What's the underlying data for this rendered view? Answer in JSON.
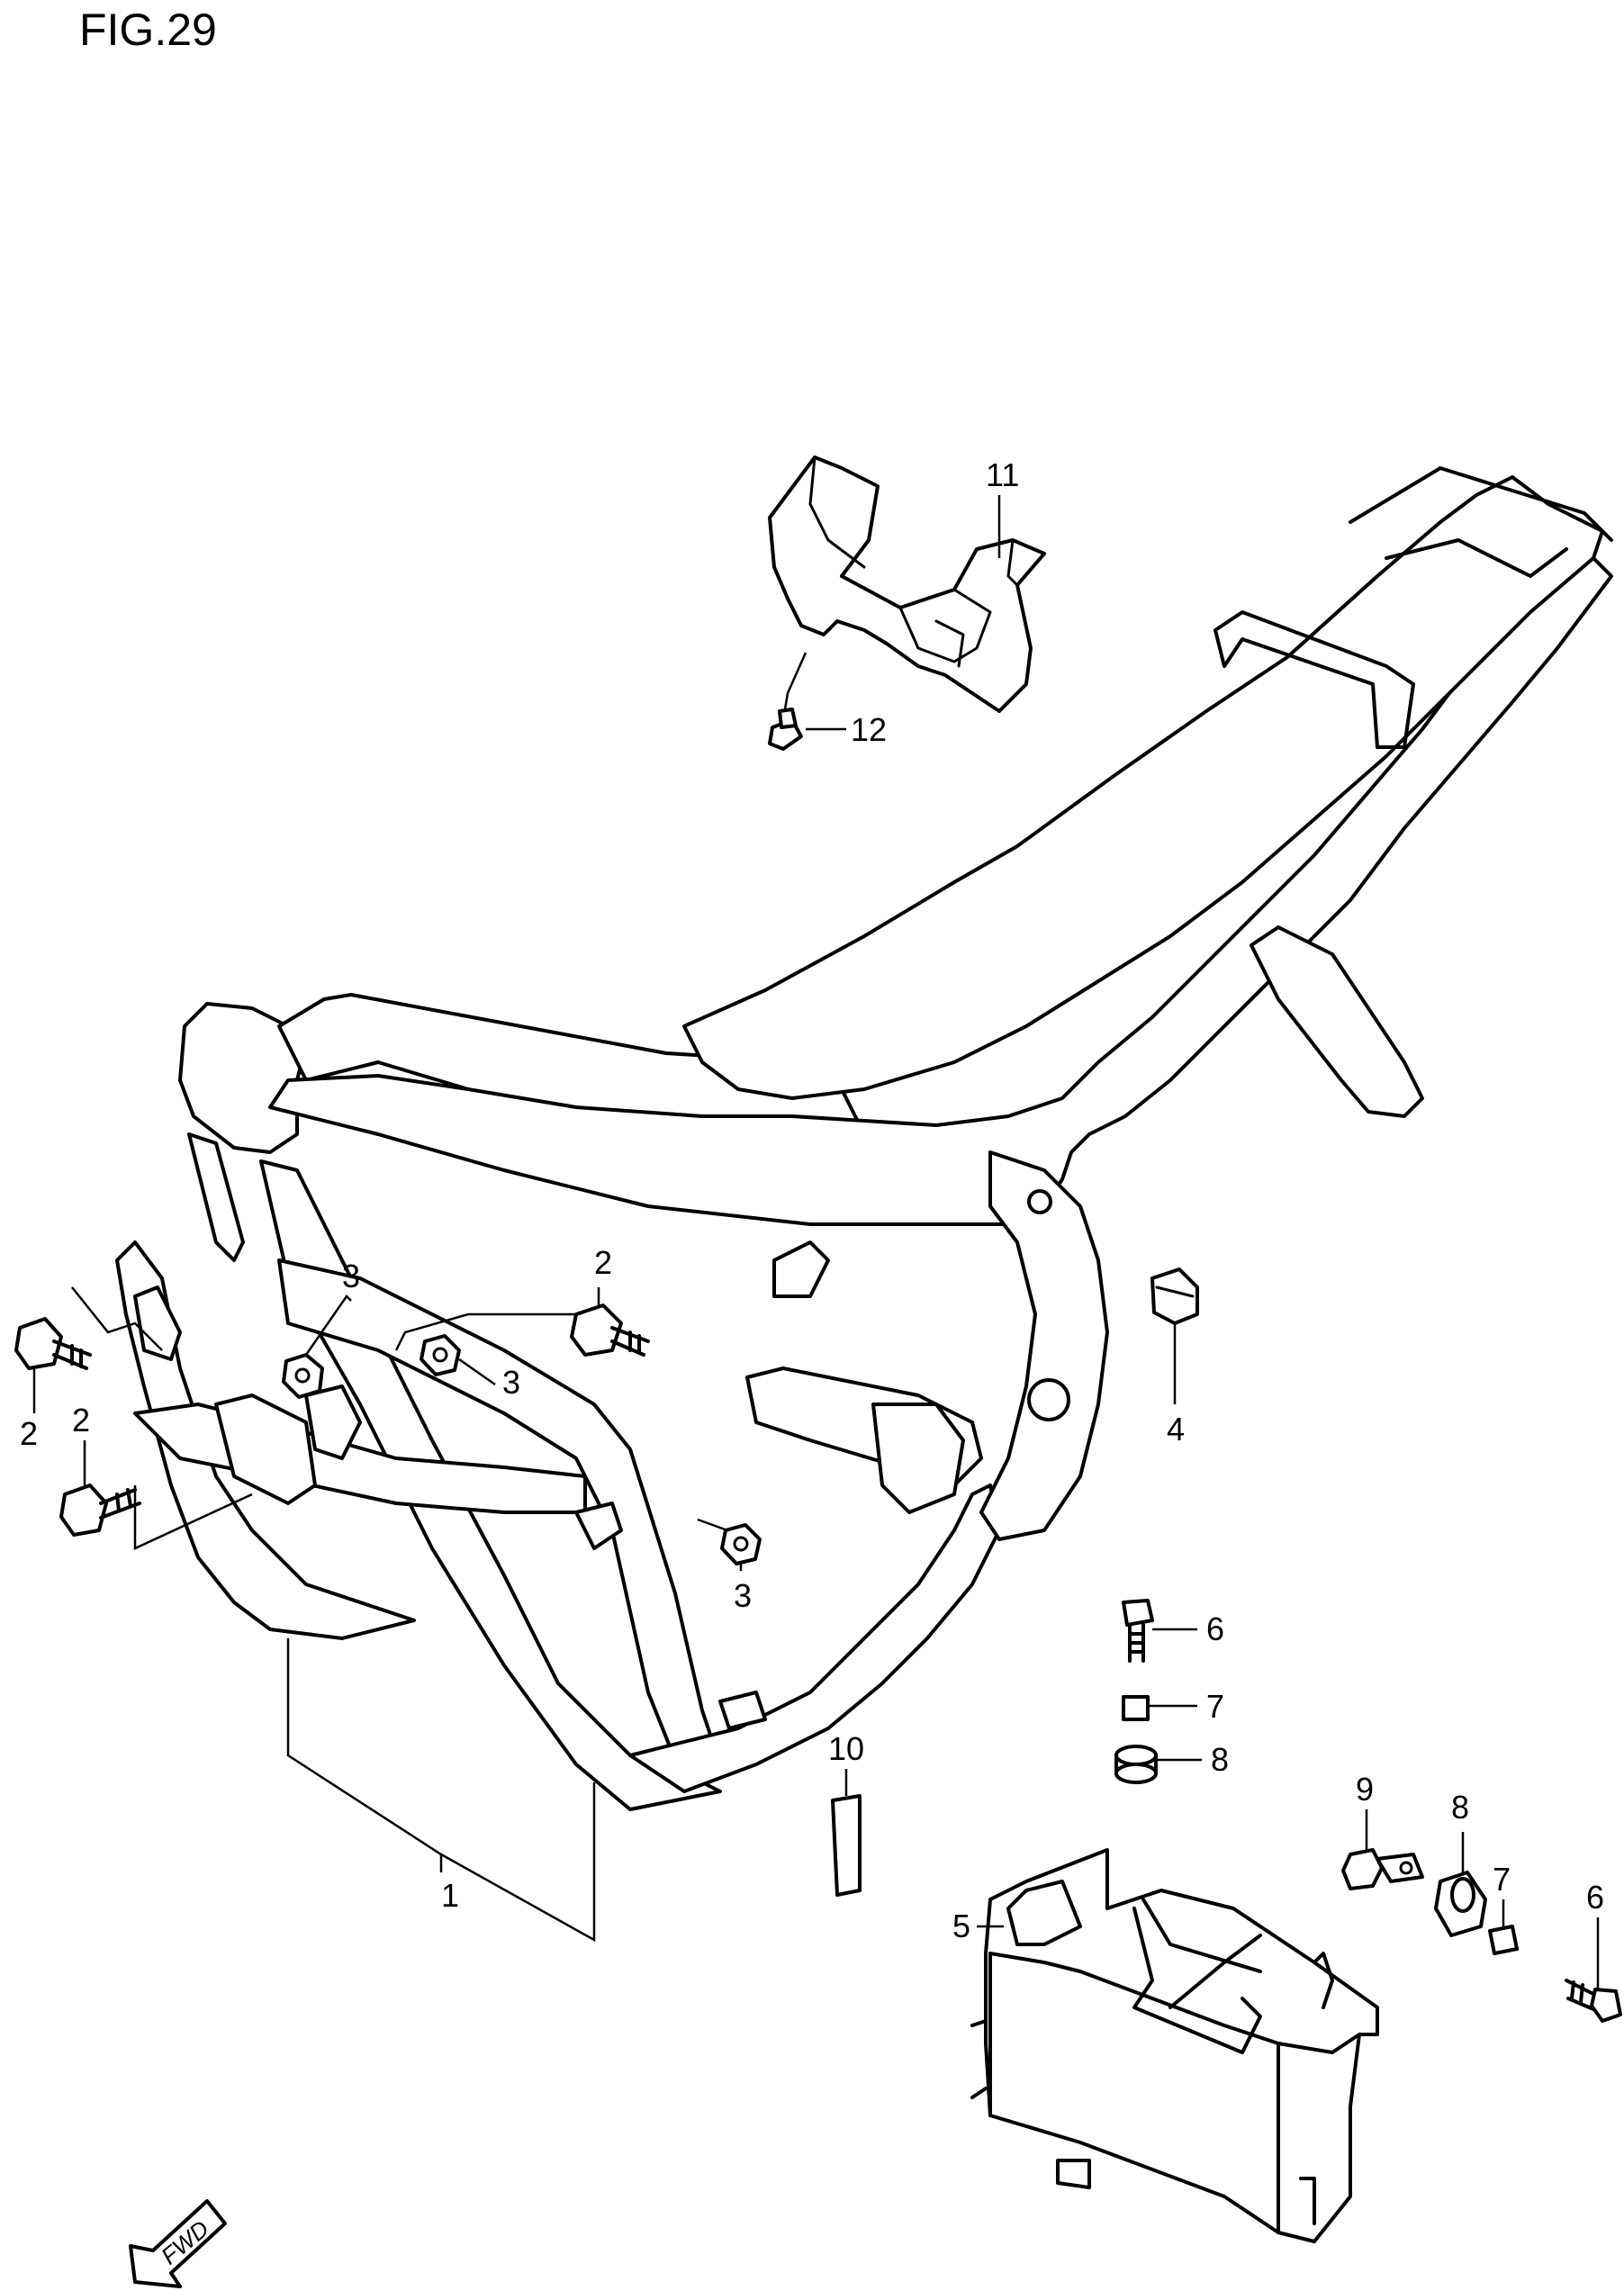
{
  "figure": {
    "title": "FIG.29"
  },
  "callouts": {
    "c1": "1",
    "c2a": "2",
    "c2b": "2",
    "c2c": "2",
    "c3a": "3",
    "c3b": "3",
    "c3c": "3",
    "c4": "4",
    "c5": "5",
    "c6a": "6",
    "c6b": "6",
    "c7a": "7",
    "c7b": "7",
    "c8a": "8",
    "c8b": "8",
    "c9": "9",
    "c10": "10",
    "c11": "11",
    "c12": "12"
  },
  "fwd_arrow": {
    "label": "FWD"
  }
}
